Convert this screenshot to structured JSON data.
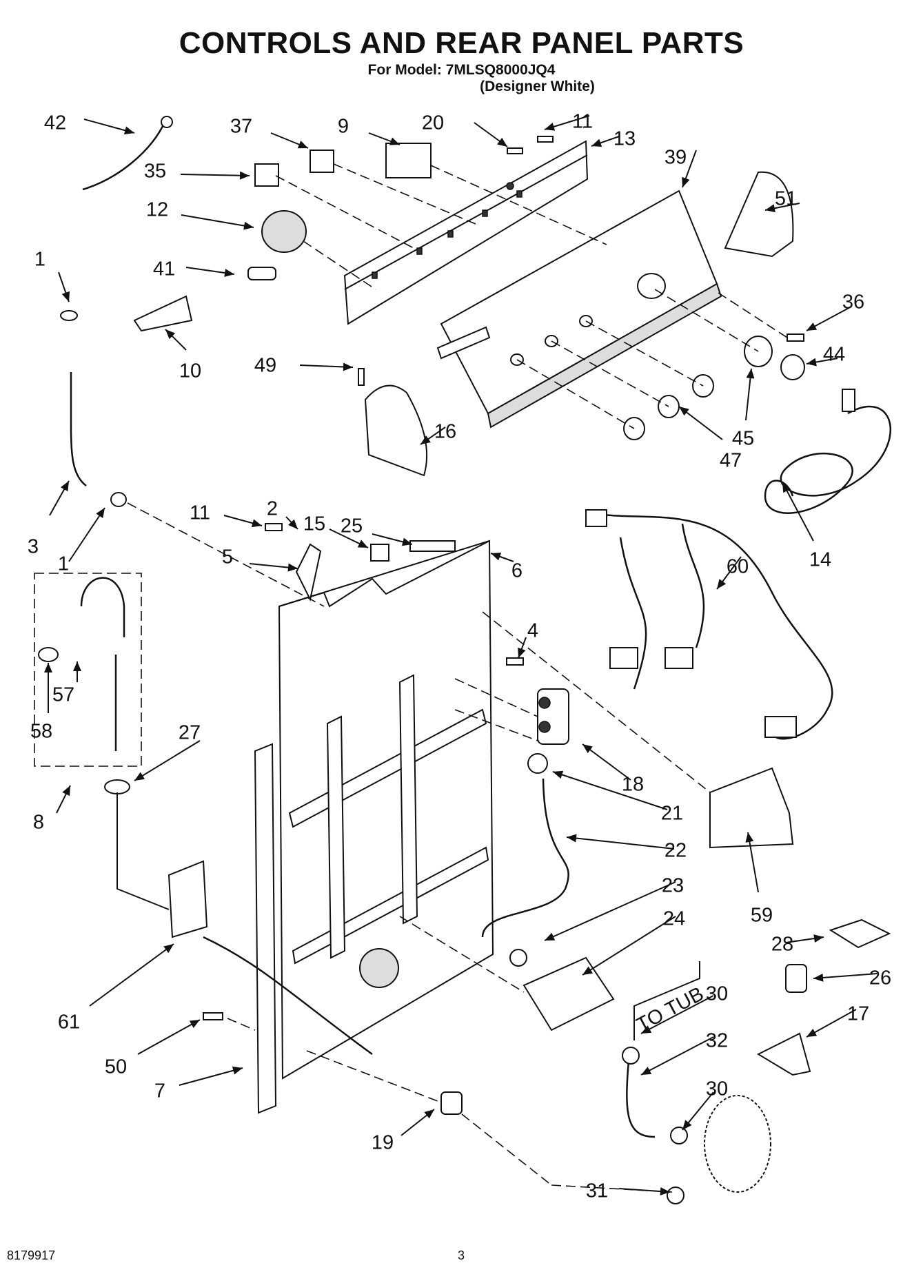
{
  "header": {
    "title": "CONTROLS AND REAR PANEL PARTS",
    "model_line": "For Model: 7MLSQ8000JQ4",
    "model_variant": "(Designer White)"
  },
  "diagram": {
    "callouts": [
      "42",
      "37",
      "9",
      "20",
      "11",
      "13",
      "39",
      "35",
      "51",
      "12",
      "41",
      "1",
      "36",
      "10",
      "49",
      "44",
      "16",
      "45",
      "47",
      "14",
      "3",
      "11",
      "2",
      "15",
      "25",
      "6",
      "60",
      "1",
      "5",
      "4",
      "57",
      "58",
      "27",
      "18",
      "8",
      "21",
      "22",
      "59",
      "23",
      "24",
      "28",
      "61",
      "26",
      "30",
      "17",
      "32",
      "50",
      "7",
      "30",
      "19",
      "31"
    ],
    "annotations": {
      "to_tub": "TO TUB"
    }
  },
  "footer": {
    "doc_number": "8179917",
    "page_number": "3"
  }
}
